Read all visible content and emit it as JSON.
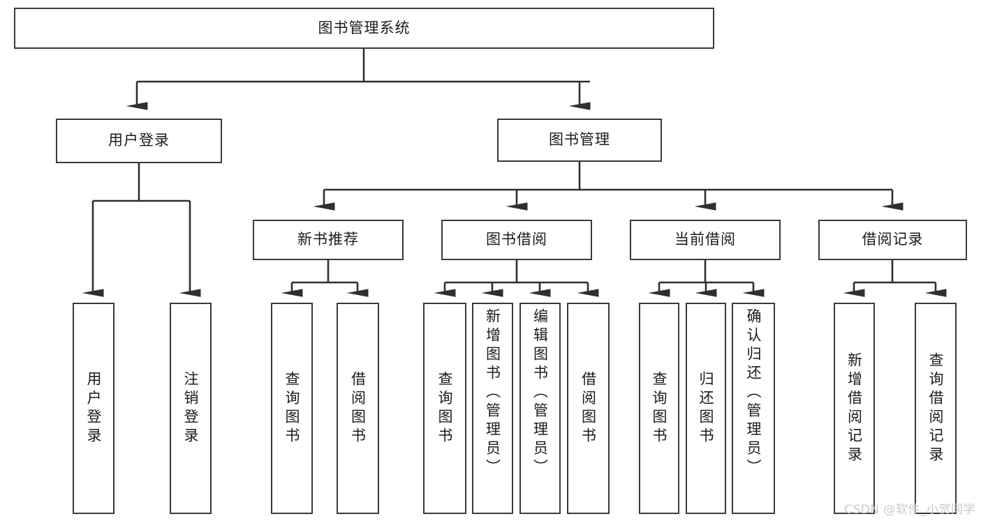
{
  "diagram": {
    "type": "tree",
    "title": "图书管理系统",
    "colors": {
      "box_border": "#3a3a3a",
      "box_fill": "#ffffff",
      "connector": "#2f2f2f",
      "text": "#1b1b1b",
      "watermark": "#c9c9c9",
      "background": "#ffffff"
    },
    "root": {
      "label": "图书管理系统"
    },
    "level2": [
      {
        "label": "用户登录"
      },
      {
        "label": "图书管理"
      }
    ],
    "level3": [
      {
        "label": "新书推荐"
      },
      {
        "label": "图书借阅"
      },
      {
        "label": "当前借阅"
      },
      {
        "label": "借阅记录"
      }
    ],
    "leaves": {
      "user_login": [
        {
          "label": "用户登录"
        },
        {
          "label": "注销登录"
        }
      ],
      "new_book_recommend": [
        {
          "label": "查询图书"
        },
        {
          "label": "借阅图书"
        }
      ],
      "book_borrow": [
        {
          "label": "查询图书"
        },
        {
          "label": "新增图书（管理员）"
        },
        {
          "label": "编辑图书（管理员）"
        },
        {
          "label": "借阅图书"
        }
      ],
      "current_borrow": [
        {
          "label": "查询图书"
        },
        {
          "label": "归还图书"
        },
        {
          "label": "确认归还（管理员）"
        }
      ],
      "borrow_record": [
        {
          "label": "新增借阅记录"
        },
        {
          "label": "查询借阅记录"
        }
      ]
    },
    "watermark": "CSDN @软件_小贺同学"
  }
}
